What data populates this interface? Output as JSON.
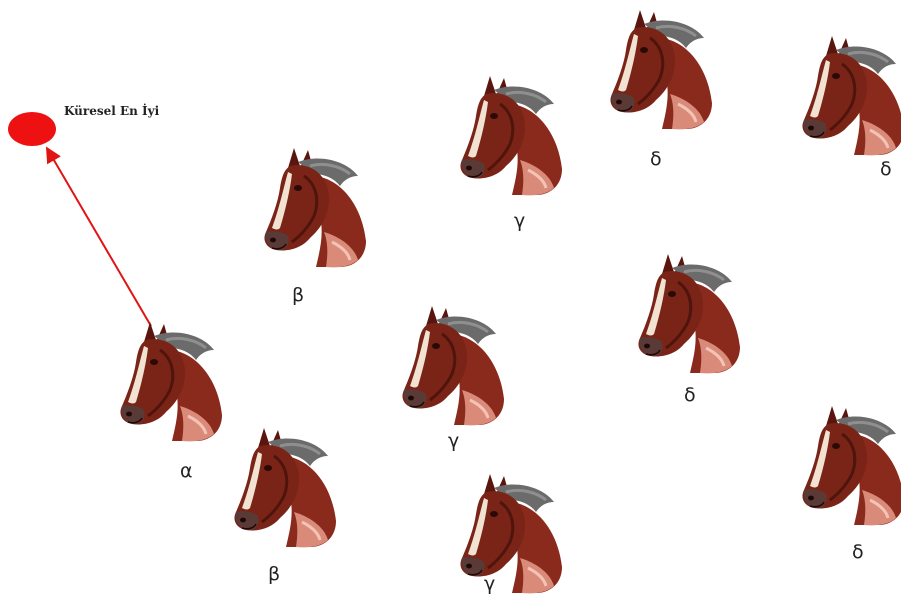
{
  "goal": {
    "label": "Küresel En İyi",
    "color": "#ee1111"
  },
  "arrow": {
    "from": "alpha",
    "to": "goal",
    "color": "#e01414"
  },
  "agents": [
    {
      "id": "alpha",
      "label": "α",
      "icon": "horse-head-icon"
    },
    {
      "id": "beta-1",
      "label": "β",
      "icon": "horse-head-icon"
    },
    {
      "id": "beta-2",
      "label": "β",
      "icon": "horse-head-icon"
    },
    {
      "id": "gamma-1",
      "label": "γ",
      "icon": "horse-head-icon"
    },
    {
      "id": "gamma-2",
      "label": "γ",
      "icon": "horse-head-icon"
    },
    {
      "id": "gamma-3",
      "label": "γ",
      "icon": "horse-head-icon"
    },
    {
      "id": "delta-1",
      "label": "δ",
      "icon": "horse-head-icon"
    },
    {
      "id": "delta-2",
      "label": "δ",
      "icon": "horse-head-icon"
    },
    {
      "id": "delta-3",
      "label": "δ",
      "icon": "horse-head-icon"
    },
    {
      "id": "delta-4",
      "label": "δ",
      "icon": "horse-head-icon"
    }
  ],
  "colors": {
    "horse_body": "#7a2418",
    "horse_dark": "#4f140c",
    "horse_mane": "#6b6b6b",
    "horse_chest": "#d98a78",
    "horse_blaze": "#f1e2d2"
  }
}
